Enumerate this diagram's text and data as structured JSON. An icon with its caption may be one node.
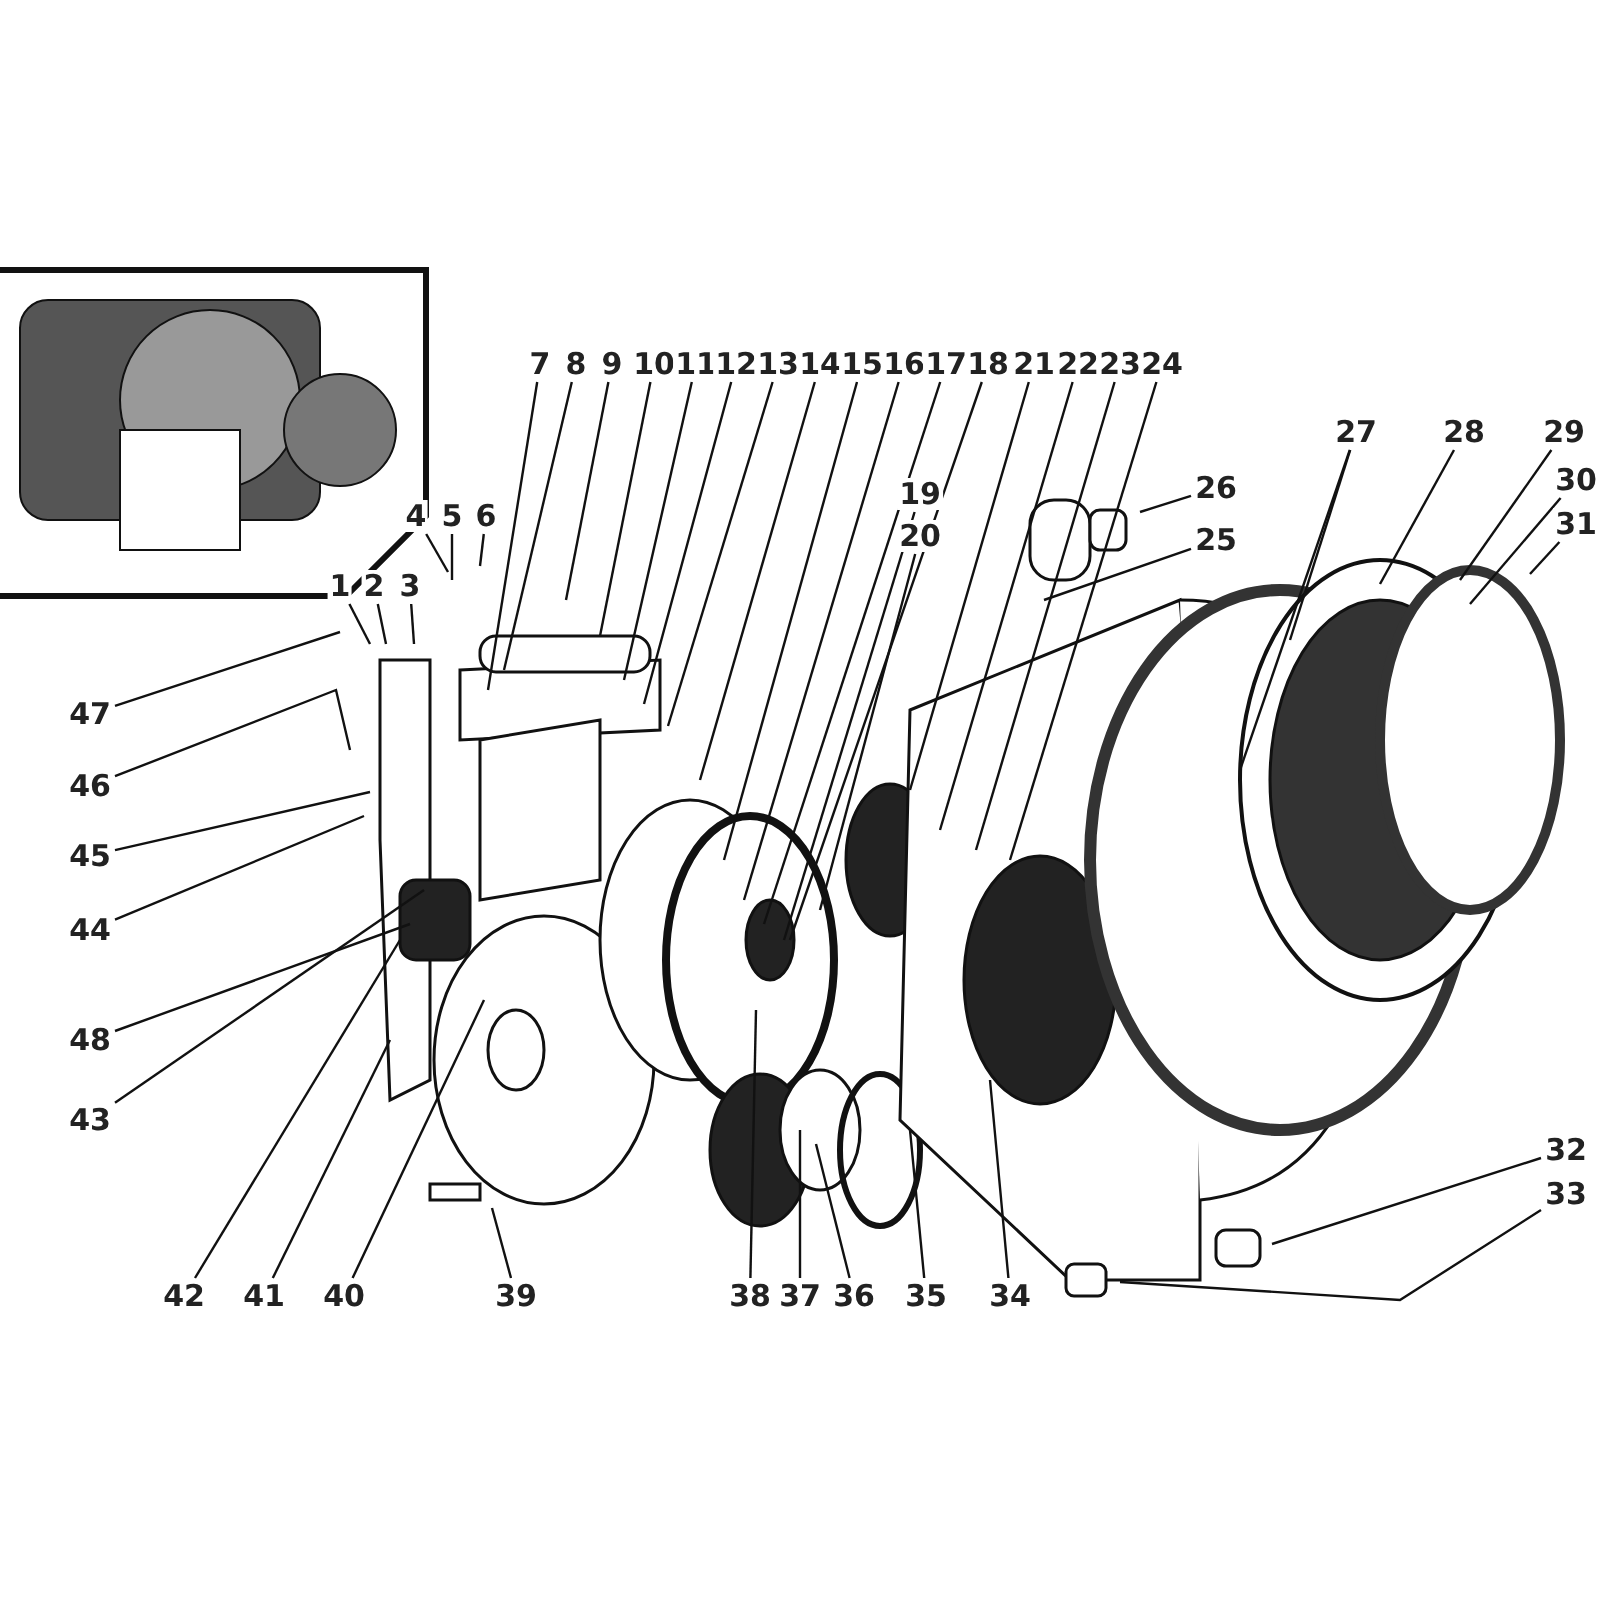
{
  "diagram": {
    "nodes": [
      {
        "text": [
          "1"
        ]
      },
      {
        "text": [
          "2"
        ]
      },
      {
        "text": [
          "3"
        ]
      },
      {
        "text": [
          "4"
        ]
      },
      {
        "text": [
          "5"
        ]
      },
      {
        "text": [
          "6"
        ]
      },
      {
        "text": [
          "7"
        ]
      },
      {
        "text": [
          "8"
        ]
      },
      {
        "text": [
          "9"
        ]
      },
      {
        "text": [
          "10"
        ]
      },
      {
        "text": [
          "11"
        ]
      },
      {
        "text": [
          "12"
        ]
      },
      {
        "text": [
          "13"
        ]
      },
      {
        "text": [
          "14"
        ]
      },
      {
        "text": [
          "15"
        ]
      },
      {
        "text": [
          "16"
        ]
      },
      {
        "text": [
          "17"
        ]
      },
      {
        "text": [
          "18"
        ]
      },
      {
        "text": [
          "19"
        ]
      },
      {
        "text": [
          "20"
        ]
      },
      {
        "text": [
          "21"
        ]
      },
      {
        "text": [
          "22"
        ]
      },
      {
        "text": [
          "23"
        ]
      },
      {
        "text": [
          "24"
        ]
      },
      {
        "text": [
          "25"
        ]
      },
      {
        "text": [
          "26"
        ]
      },
      {
        "text": [
          "27"
        ]
      },
      {
        "text": [
          "28"
        ]
      },
      {
        "text": [
          "29"
        ]
      },
      {
        "text": [
          "30"
        ]
      },
      {
        "text": [
          "31"
        ]
      },
      {
        "text": [
          "32"
        ]
      },
      {
        "text": [
          "33"
        ]
      },
      {
        "text": [
          "34"
        ]
      },
      {
        "text": [
          "35"
        ]
      },
      {
        "text": [
          "36"
        ]
      },
      {
        "text": [
          "37"
        ]
      },
      {
        "text": [
          "38"
        ]
      },
      {
        "text": [
          "39"
        ]
      },
      {
        "text": [
          "40"
        ]
      },
      {
        "text": [
          "41"
        ]
      },
      {
        "text": [
          "42"
        ]
      },
      {
        "text": [
          "43"
        ]
      },
      {
        "text": [
          "44"
        ]
      },
      {
        "text": [
          "45"
        ]
      },
      {
        "text": [
          "46"
        ]
      },
      {
        "text": [
          "47"
        ]
      },
      {
        "text": [
          "48"
        ]
      }
    ],
    "edges": [
      {
        "from": 0,
        "to": null,
        "arrow": "none"
      },
      {
        "from": 1,
        "to": null,
        "arrow": "none"
      },
      {
        "from": 2,
        "to": null,
        "arrow": "none"
      },
      {
        "from": 3,
        "to": null,
        "arrow": "none"
      },
      {
        "from": 4,
        "to": null,
        "arrow": "none"
      },
      {
        "from": 5,
        "to": null,
        "arrow": "none"
      },
      {
        "from": 6,
        "to": null,
        "arrow": "none"
      },
      {
        "from": 7,
        "to": null,
        "arrow": "none"
      },
      {
        "from": 8,
        "to": null,
        "arrow": "none"
      },
      {
        "from": 9,
        "to": null,
        "arrow": "none"
      },
      {
        "from": 10,
        "to": null,
        "arrow": "none"
      },
      {
        "from": 11,
        "to": null,
        "arrow": "none"
      },
      {
        "from": 12,
        "to": null,
        "arrow": "none"
      },
      {
        "from": 13,
        "to": null,
        "arrow": "none"
      },
      {
        "from": 14,
        "to": null,
        "arrow": "none"
      },
      {
        "from": 15,
        "to": null,
        "arrow": "none"
      },
      {
        "from": 16,
        "to": null,
        "arrow": "none"
      },
      {
        "from": 17,
        "to": null,
        "arrow": "none"
      },
      {
        "from": 18,
        "to": null,
        "arrow": "none"
      },
      {
        "from": 19,
        "to": null,
        "arrow": "none"
      },
      {
        "from": 20,
        "to": null,
        "arrow": "none"
      },
      {
        "from": 21,
        "to": null,
        "arrow": "none"
      },
      {
        "from": 22,
        "to": null,
        "arrow": "none"
      },
      {
        "from": 23,
        "to": null,
        "arrow": "none"
      },
      {
        "from": 24,
        "to": null,
        "arrow": "none"
      },
      {
        "from": 25,
        "to": null,
        "arrow": "none"
      },
      {
        "from": 26,
        "to": null,
        "arrow": "none"
      },
      {
        "from": 26,
        "to": null,
        "arrow": "none"
      },
      {
        "from": 27,
        "to": null,
        "arrow": "none"
      },
      {
        "from": 28,
        "to": null,
        "arrow": "none"
      },
      {
        "from": 29,
        "to": null,
        "arrow": "none"
      },
      {
        "from": 30,
        "to": null,
        "arrow": "none"
      },
      {
        "from": 31,
        "to": null,
        "arrow": "none"
      },
      {
        "from": 32,
        "to": null,
        "arrow": "none"
      },
      {
        "from": 33,
        "to": null,
        "arrow": "none"
      },
      {
        "from": 34,
        "to": null,
        "arrow": "none"
      },
      {
        "from": 35,
        "to": null,
        "arrow": "none"
      },
      {
        "from": 36,
        "to": null,
        "arrow": "none"
      },
      {
        "from": 37,
        "to": null,
        "arrow": "none"
      },
      {
        "from": 38,
        "to": null,
        "arrow": "none"
      },
      {
        "from": 39,
        "to": null,
        "arrow": "none"
      },
      {
        "from": 40,
        "to": null,
        "arrow": "none"
      },
      {
        "from": 41,
        "to": null,
        "arrow": "none"
      },
      {
        "from": 42,
        "to": null,
        "arrow": "none"
      },
      {
        "from": 43,
        "to": null,
        "arrow": "none"
      },
      {
        "from": 44,
        "to": null,
        "arrow": "none"
      },
      {
        "from": 45,
        "to": null,
        "arrow": "none"
      },
      {
        "from": 46,
        "to": null,
        "arrow": "none"
      },
      {
        "from": 47,
        "to": null,
        "arrow": "none"
      }
    ]
  }
}
